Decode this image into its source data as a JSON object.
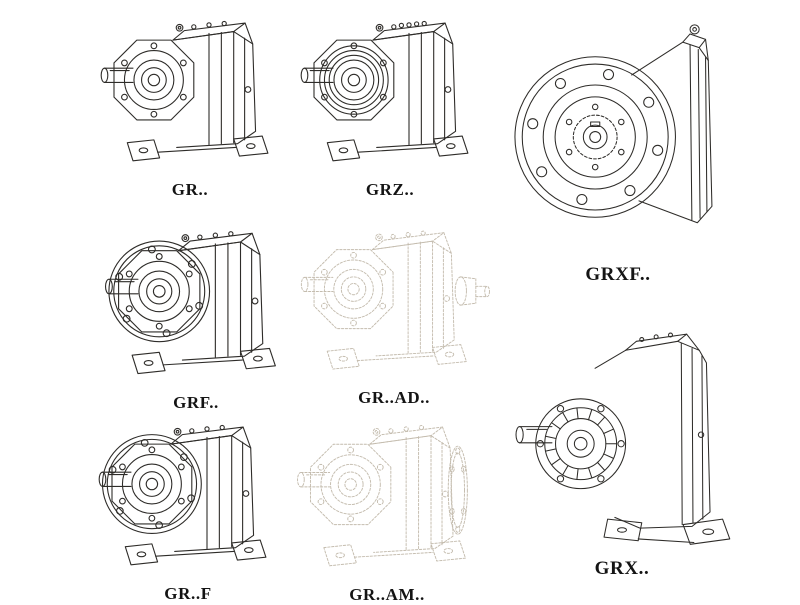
{
  "colors": {
    "line": "#2e2c29",
    "ghost": "#c4bcae",
    "label": "#141414",
    "bg": "#ffffff"
  },
  "figures": [
    {
      "id": "gr",
      "label": "GR..",
      "style": "solid",
      "view": "side-foot-mounted"
    },
    {
      "id": "grz",
      "label": "GRZ..",
      "style": "solid",
      "view": "side-foot-mounted"
    },
    {
      "id": "grxf",
      "label": "GRXF..",
      "style": "solid",
      "view": "front-flange-mounted"
    },
    {
      "id": "grf",
      "label": "GRF..",
      "style": "solid",
      "view": "side-flange"
    },
    {
      "id": "grad",
      "label": "GR..AD..",
      "style": "ghost",
      "view": "side-with-adapter"
    },
    {
      "id": "grf2",
      "label": "GR..F",
      "style": "solid",
      "view": "side-flange"
    },
    {
      "id": "gram",
      "label": "GR..AM..",
      "style": "ghost",
      "view": "side-with-motor-flange"
    },
    {
      "id": "grx",
      "label": "GRX..",
      "style": "solid",
      "view": "side-large-unit"
    }
  ]
}
